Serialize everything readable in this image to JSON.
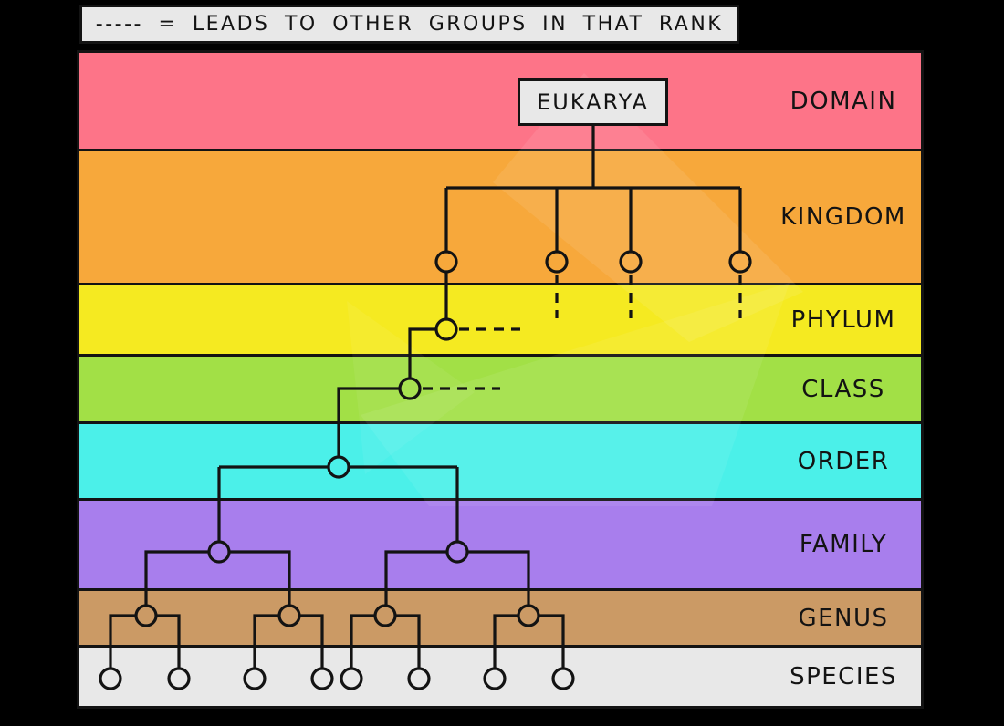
{
  "legend": {
    "text": "----- = LEADS TO OTHER GROUPS IN THAT RANK"
  },
  "root": {
    "label": "EUKARYA",
    "rank": "DOMAIN"
  },
  "ranks": [
    {
      "label": "DOMAIN",
      "color": "#FD7488",
      "node_count": 0,
      "dashed_continuations": 0
    },
    {
      "label": "KINGDOM",
      "color": "#F7A83B",
      "node_count": 4,
      "dashed_continuations": 3
    },
    {
      "label": "PHYLUM",
      "color": "#F5EA21",
      "node_count": 1,
      "dashed_continuations": 1
    },
    {
      "label": "CLASS",
      "color": "#A2E046",
      "node_count": 1,
      "dashed_continuations": 1
    },
    {
      "label": "ORDER",
      "color": "#4BF0E9",
      "node_count": 1,
      "dashed_continuations": 0
    },
    {
      "label": "FAMILY",
      "color": "#A87EED",
      "node_count": 2,
      "dashed_continuations": 0
    },
    {
      "label": "GENUS",
      "color": "#CB9A65",
      "node_count": 4,
      "dashed_continuations": 0
    },
    {
      "label": "SPECIES",
      "color": "#E8E8E8",
      "node_count": 8,
      "dashed_continuations": 0
    }
  ],
  "colors": {
    "background": "#000000",
    "line": "#131313",
    "box_fill": "#E8E8E8"
  }
}
